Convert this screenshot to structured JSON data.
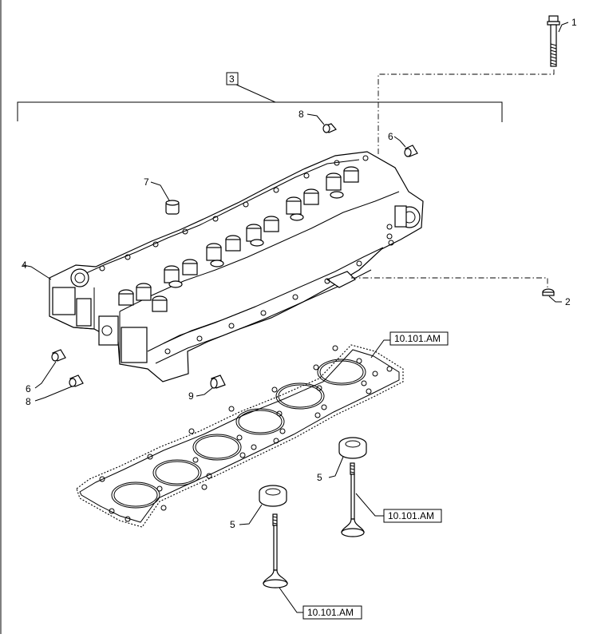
{
  "diagram": {
    "callouts": {
      "bolt": "1",
      "plug_right": "2",
      "assembly_group": "3",
      "head": "4",
      "seal_upper": "5",
      "seal_lower": "5",
      "dowel_right": "6",
      "dowel_left": "6",
      "plug_top": "7",
      "sleeve_top": "8",
      "sleeve_left": "8",
      "sleeve_bottom": "9"
    },
    "references": {
      "gasket": "10.101.AM",
      "valve_exhaust": "10.101.AM",
      "valve_intake": "10.101.AM"
    }
  }
}
